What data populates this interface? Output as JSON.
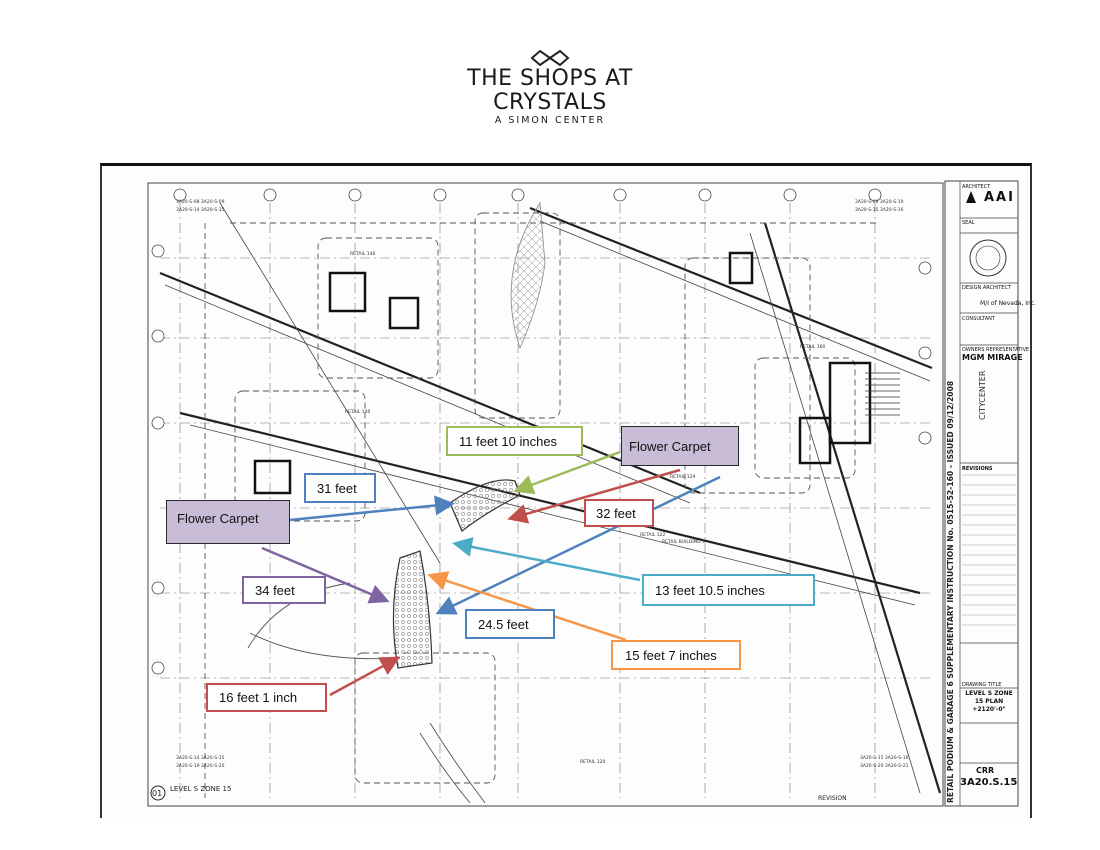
{
  "logo": {
    "line1": "THE SHOPS AT",
    "line2": "CRYSTALS",
    "line3": "A SIMON CENTER"
  },
  "callouts": [
    {
      "id": "c1",
      "text": "11 feet 10 inches",
      "border": "#9bbb59"
    },
    {
      "id": "c2",
      "text": "Flower Carpet",
      "border": "#2a2a2a"
    },
    {
      "id": "c3",
      "text": "31 feet",
      "border": "#4f81bd"
    },
    {
      "id": "c4",
      "text": "Flower Carpet",
      "border": "#2a2a2a"
    },
    {
      "id": "c5",
      "text": "32 feet",
      "border": "#c0504d"
    },
    {
      "id": "c6",
      "text": "13 feet 10.5 inches",
      "border": "#4bacc6"
    },
    {
      "id": "c7",
      "text": "34 feet",
      "border": "#8064a2"
    },
    {
      "id": "c8",
      "text": "24.5 feet",
      "border": "#4f81bd"
    },
    {
      "id": "c9",
      "text": "15 feet 7 inches",
      "border": "#f79646"
    },
    {
      "id": "c10",
      "text": "16 feet 1 inch",
      "border": "#c0504d"
    }
  ],
  "plan": {
    "sheet_title": "LEVEL S ZONE 15",
    "sheet_number": "01",
    "revision_stamp": "REVISION",
    "vertical_title": "RETAIL PODIUM & GARAGE 6 SUPPLEMENTARY INSTRUCTION No. 0515-52-160 - ISSUED 09/12/2008",
    "room_labels": [
      "RETAIL 146",
      "RETAIL 140",
      "RETAIL 129",
      "RETAIL 122",
      "RETAIL 120",
      "RETAIL 160",
      "RETAIL BUILDING 5"
    ],
    "grid_ref_top": [
      "3A20-S-08",
      "3A20-S-09",
      "3A20-S-14",
      "3A20-S-15",
      "3A20-S-15",
      "3A20-S-16",
      "3A20-S-09",
      "3A20-S-10"
    ],
    "grid_ref_bottom": [
      "3A20-S-14",
      "3A20-S-15",
      "3A20-S-19",
      "3A20-S-20",
      "3A20-S-15",
      "3A20-S-16",
      "3A20-S-20",
      "3A20-S-21"
    ]
  },
  "title_block": {
    "architect_label": "ARCHITECT",
    "architect_name": "AAI",
    "seal_label": "SEAL",
    "design_architect_label": "DESIGN ARCHITECT",
    "design_firm": "M/I of Nevada, Inc.",
    "consultant_label": "CONSULTANT",
    "owner_label": "OWNERS REPRESENTATIVE",
    "owner_name": "MGM MIRAGE",
    "project_name": "CITYCENTER",
    "revisions_label": "REVISIONS",
    "drawing_title_label": "DRAWING TITLE",
    "drawing_title": "LEVEL S ZONE 15 PLAN +2120'-0\"",
    "sheet_prefix": "CRR",
    "sheet_id": "3A20.S.15"
  },
  "colors": {
    "lavender": "#c9bcd6",
    "green": "#9bbb59",
    "blue": "#4f81bd",
    "red": "#c0504d",
    "purple": "#8064a2",
    "cyan": "#4bacc6",
    "orange": "#f79646"
  }
}
